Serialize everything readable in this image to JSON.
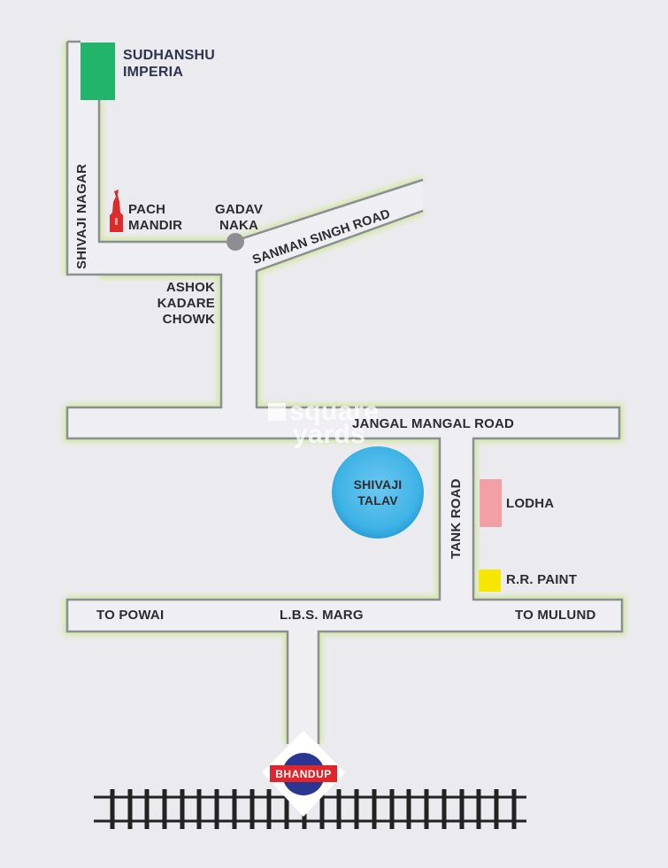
{
  "map": {
    "colors": {
      "background": "#ebebef",
      "road_fill": "#efeff3",
      "road_edge": "#8a8f92",
      "road_glow": "#d6e7a6",
      "project_marker": "#22b46a",
      "temple": "#dd2a2a",
      "junction": "#8e8e92",
      "lake": "#3fb3e6",
      "lodha": "#f2a0a5",
      "rr_paint": "#f7e600",
      "station_red": "#e0262c",
      "station_blue": "#2b3592",
      "rail": "#222222"
    },
    "project": {
      "name_line1": "SUDHANSHU",
      "name_line2": "IMPERIA"
    },
    "roads": {
      "shivaji_nagar": "SHIVAJI NAGAR",
      "sanman_singh": "SANMAN SINGH ROAD",
      "jangal_mangal": "JANGAL MANGAL ROAD",
      "tank_road": "TANK ROAD",
      "lbs_marg": "L.B.S. MARG",
      "to_powai": "TO POWAI",
      "to_mulund": "TO MULUND"
    },
    "landmarks": {
      "pach_mandir_1": "PACH",
      "pach_mandir_2": "MANDIR",
      "gadav_naka_1": "GADAV",
      "gadav_naka_2": "NAKA",
      "ashok_1": "ASHOK",
      "ashok_2": "KADARE",
      "ashok_3": "CHOWK",
      "shivaji_talav_1": "SHIVAJI",
      "shivaji_talav_2": "TALAV",
      "lodha": "LODHA",
      "rr_paint": "R.R. PAINT"
    },
    "station": {
      "name": "BHANDUP"
    },
    "watermark": {
      "line1": "square",
      "line2": "yards"
    }
  }
}
